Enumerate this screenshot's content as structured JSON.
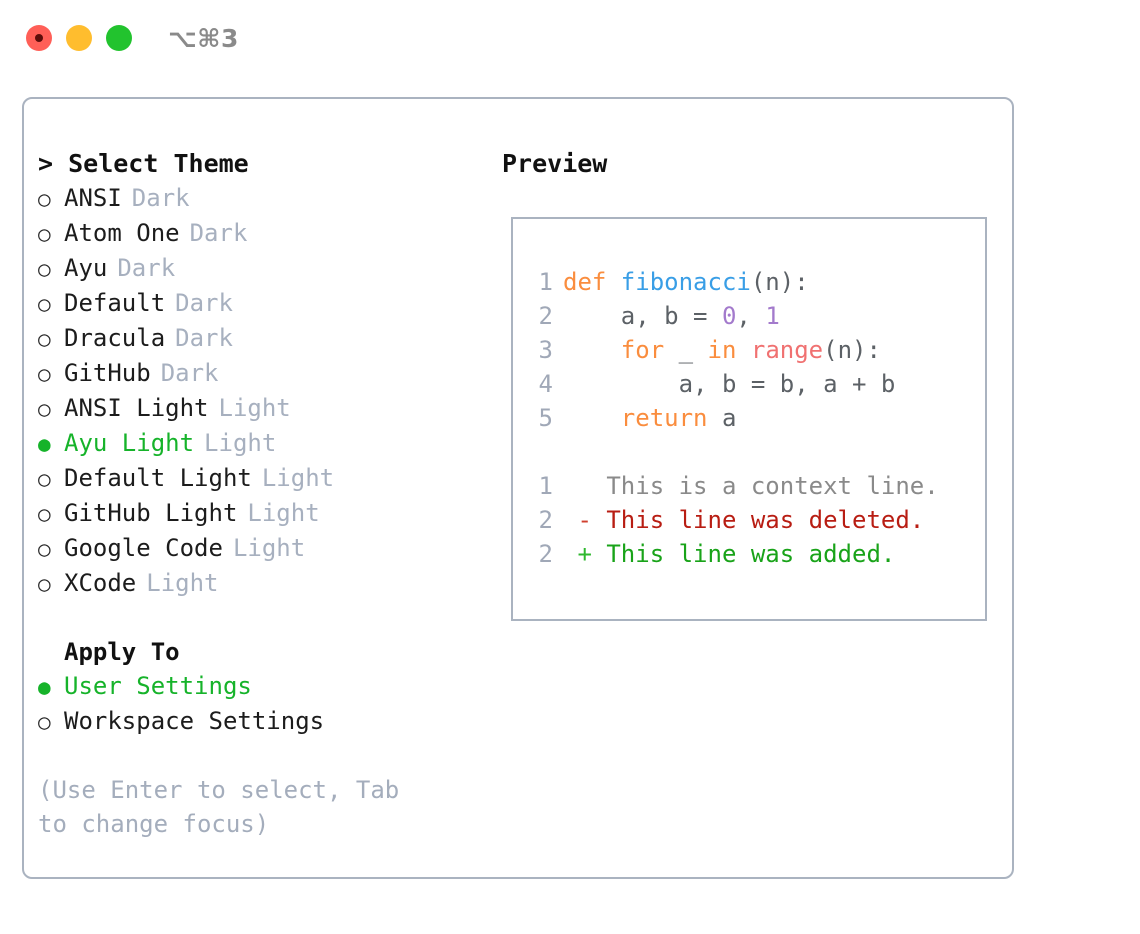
{
  "window": {
    "shortcut_title": "⌥⌘3",
    "traffic_lights": [
      "close-button",
      "minimize-button",
      "maximize-button"
    ]
  },
  "theme_picker": {
    "heading": "> Select Theme",
    "bullet_unselected": "○",
    "bullet_selected": "●",
    "items": [
      {
        "label": "ANSI",
        "tag": "Dark",
        "selected": false
      },
      {
        "label": "Atom One",
        "tag": "Dark",
        "selected": false
      },
      {
        "label": "Ayu",
        "tag": "Dark",
        "selected": false
      },
      {
        "label": "Default",
        "tag": "Dark",
        "selected": false
      },
      {
        "label": "Dracula",
        "tag": "Dark",
        "selected": false
      },
      {
        "label": "GitHub",
        "tag": "Dark",
        "selected": false
      },
      {
        "label": "ANSI Light",
        "tag": "Light",
        "selected": false
      },
      {
        "label": "Ayu Light",
        "tag": "Light",
        "selected": true
      },
      {
        "label": "Default Light",
        "tag": "Light",
        "selected": false
      },
      {
        "label": "GitHub Light",
        "tag": "Light",
        "selected": false
      },
      {
        "label": "Google Code",
        "tag": "Light",
        "selected": false
      },
      {
        "label": "XCode",
        "tag": "Light",
        "selected": false
      }
    ]
  },
  "apply_to": {
    "heading": "Apply To",
    "items": [
      {
        "label": "User Settings",
        "selected": true
      },
      {
        "label": "Workspace Settings",
        "selected": false
      }
    ]
  },
  "hint": "(Use Enter to select, Tab to change focus)",
  "preview": {
    "heading": "Preview",
    "code_lines": [
      {
        "num": "1",
        "parts": [
          {
            "text": "def ",
            "cls": "tok-kw"
          },
          {
            "text": "fibonacci",
            "cls": "tok-fn"
          },
          {
            "text": "(n):",
            "cls": "tok-txt"
          }
        ]
      },
      {
        "num": "2",
        "parts": [
          {
            "text": "    a, b = ",
            "cls": "tok-txt"
          },
          {
            "text": "0",
            "cls": "tok-num"
          },
          {
            "text": ", ",
            "cls": "tok-txt"
          },
          {
            "text": "1",
            "cls": "tok-num"
          }
        ]
      },
      {
        "num": "3",
        "parts": [
          {
            "text": "    ",
            "cls": "tok-txt"
          },
          {
            "text": "for",
            "cls": "tok-kw"
          },
          {
            "text": " _ ",
            "cls": "tok-txt"
          },
          {
            "text": "in",
            "cls": "tok-kw"
          },
          {
            "text": " ",
            "cls": "tok-txt"
          },
          {
            "text": "range",
            "cls": "tok-call"
          },
          {
            "text": "(n):",
            "cls": "tok-txt"
          }
        ]
      },
      {
        "num": "4",
        "parts": [
          {
            "text": "        a, b = b, a + b",
            "cls": "tok-txt"
          }
        ]
      },
      {
        "num": "5",
        "parts": [
          {
            "text": "    ",
            "cls": "tok-txt"
          },
          {
            "text": "return",
            "cls": "tok-kw"
          },
          {
            "text": " a",
            "cls": "tok-txt"
          }
        ]
      }
    ],
    "diff_lines": [
      {
        "num": "1",
        "marker": " ",
        "text": "This is a context line.",
        "kind": "context"
      },
      {
        "num": "2",
        "marker": "-",
        "text": "This line was deleted.",
        "kind": "deleted"
      },
      {
        "num": "2",
        "marker": "+",
        "text": "This line was added.",
        "kind": "added"
      }
    ]
  },
  "colors": {
    "selected_green": "#16b32a",
    "muted_tag": "#a7b0bf",
    "border": "#aab3c0",
    "keyword": "#fa8d3e",
    "function": "#399ee6",
    "number": "#a37acc",
    "builtin": "#f07171",
    "diff_added": "#19a319",
    "diff_deleted": "#b81d13",
    "line_number": "#a0a8b7"
  }
}
